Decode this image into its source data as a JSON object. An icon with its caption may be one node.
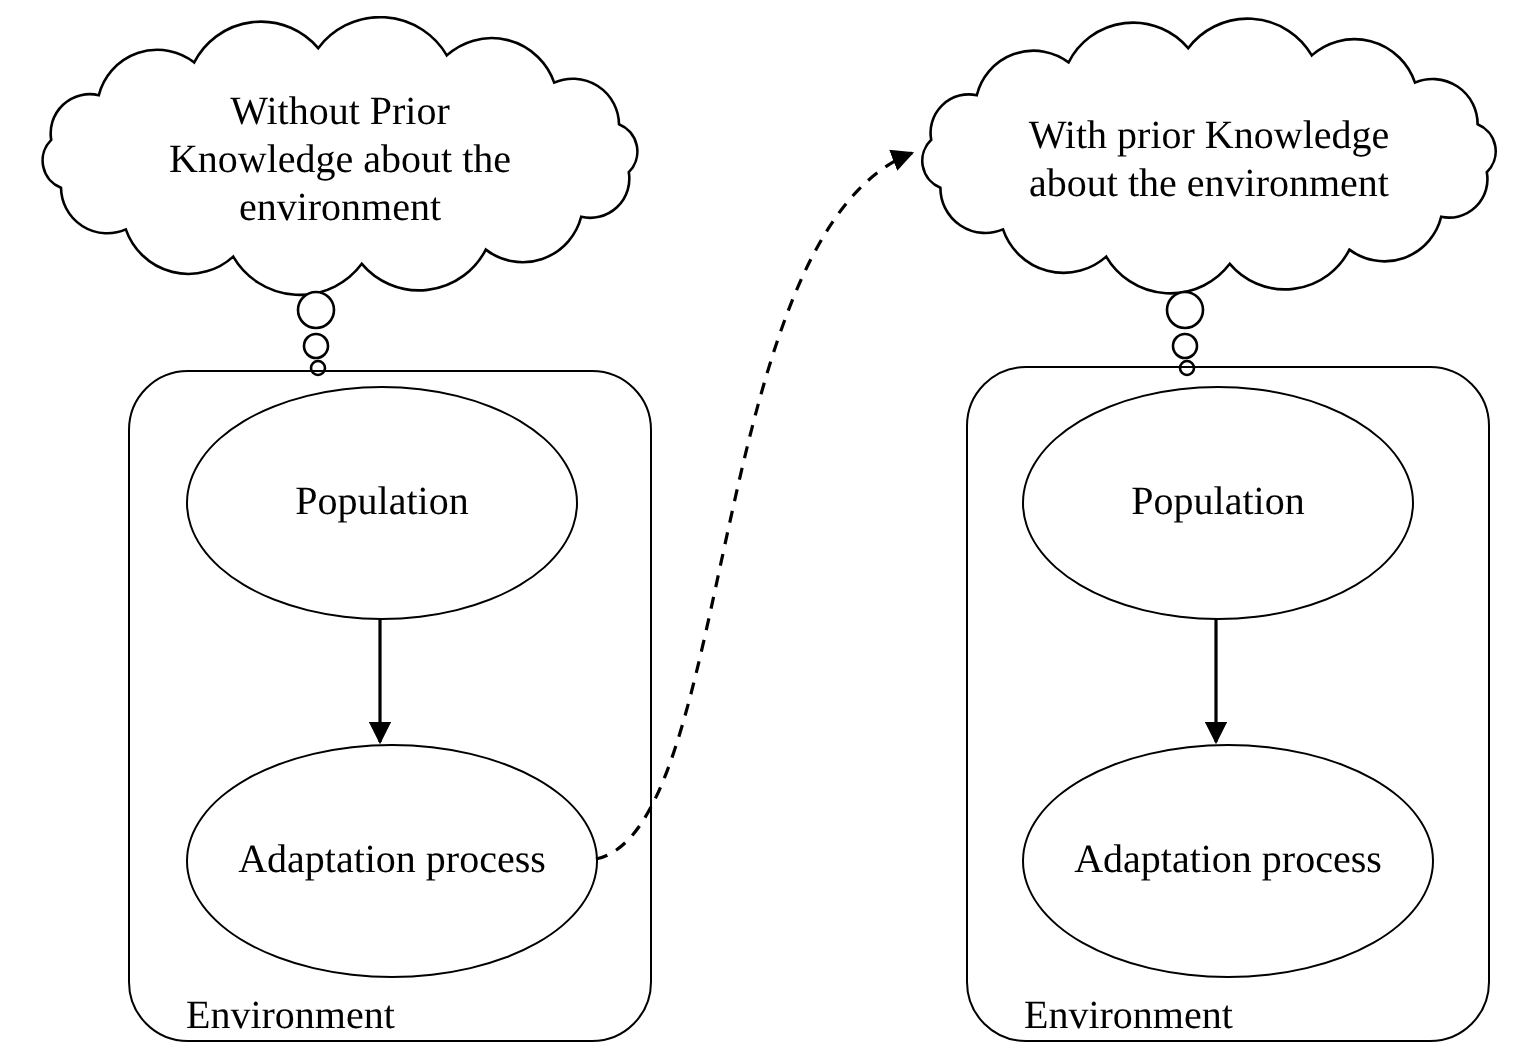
{
  "diagram": {
    "nodes": [
      {
        "text": [
          "Without Prior Knowledge about the environment"
        ]
      },
      {
        "text": [
          "Environment"
        ]
      },
      {
        "text": [
          "Population"
        ],
        "in": 1
      },
      {
        "text": [
          "Adaptation process"
        ],
        "in": 1
      },
      {
        "text": [
          "With prior Knowledge about the environment"
        ]
      },
      {
        "text": [
          "Environment"
        ]
      },
      {
        "text": [
          "Population"
        ],
        "in": 5
      },
      {
        "text": [
          "Adaptation process"
        ],
        "in": 5
      }
    ],
    "edges": [
      {
        "from": 2,
        "to": 3,
        "arrow": "to"
      },
      {
        "from": 3,
        "to": 4,
        "arrow": "to",
        "style": "dashed"
      },
      {
        "from": 6,
        "to": 7,
        "arrow": "to"
      }
    ]
  }
}
